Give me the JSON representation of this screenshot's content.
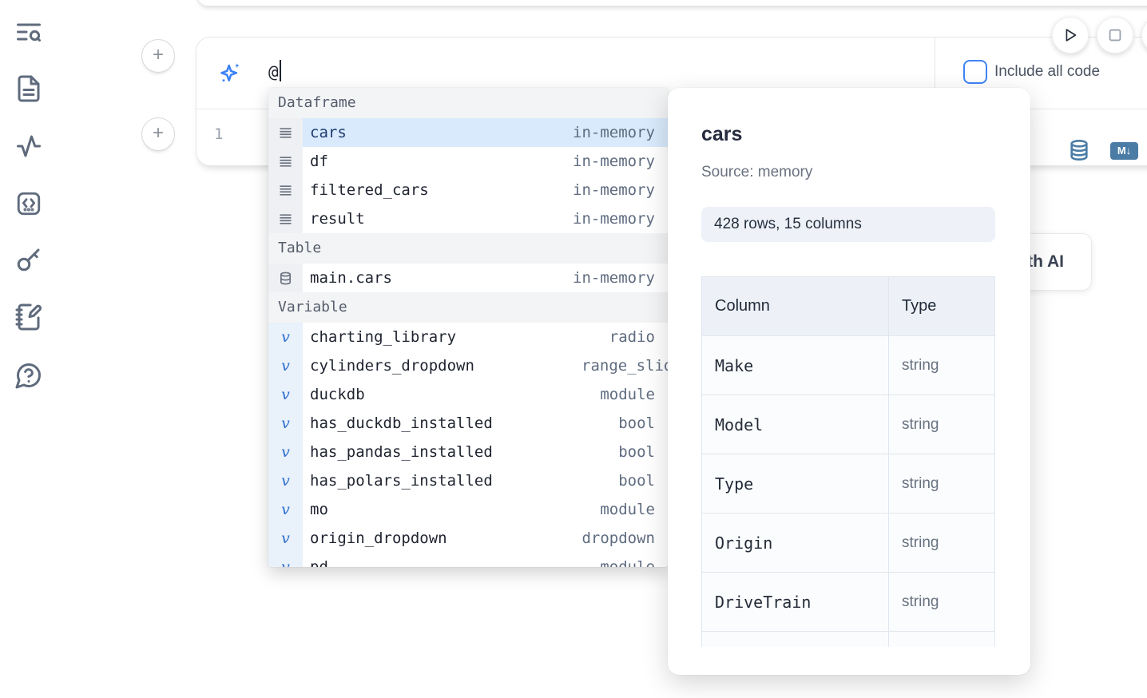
{
  "colors": {
    "accent_blue": "#3b82f6",
    "steel_blue_icon": "#4a7ca6",
    "selected_row_bg": "#d8eafc",
    "selected_row_text": "#1d3b6d",
    "section_header_bg": "#f3f4f6",
    "variable_gutter_bg": "#e9f1fb"
  },
  "sidebar": {
    "icons": [
      "text-search",
      "file-text",
      "activity",
      "snippets",
      "key",
      "notebook-pen",
      "help-chat"
    ]
  },
  "run_controls": {
    "icons": [
      "play",
      "stop"
    ]
  },
  "cell": {
    "ai_prompt_value": "@",
    "include_all_code_label": "Include all code",
    "line_number": "1",
    "toolbar_icons": [
      "database",
      "markdown-export"
    ]
  },
  "ai_card": {
    "label": "Generate with AI"
  },
  "autocomplete": {
    "sections": [
      {
        "label": "Dataframe",
        "icon": "dataframe",
        "items": [
          {
            "name": "cars",
            "type": "in-memory",
            "selected": true
          },
          {
            "name": "df",
            "type": "in-memory"
          },
          {
            "name": "filtered_cars",
            "type": "in-memory"
          },
          {
            "name": "result",
            "type": "in-memory"
          }
        ]
      },
      {
        "label": "Table",
        "icon": "database",
        "items": [
          {
            "name": "main.cars",
            "type": "in-memory"
          }
        ]
      },
      {
        "label": "Variable",
        "icon": "variable",
        "items": [
          {
            "name": "charting_library",
            "type": "radio"
          },
          {
            "name": "cylinders_dropdown",
            "type": "range_slider"
          },
          {
            "name": "duckdb",
            "type": "module"
          },
          {
            "name": "has_duckdb_installed",
            "type": "bool"
          },
          {
            "name": "has_pandas_installed",
            "type": "bool"
          },
          {
            "name": "has_polars_installed",
            "type": "bool"
          },
          {
            "name": "mo",
            "type": "module"
          },
          {
            "name": "origin_dropdown",
            "type": "dropdown"
          },
          {
            "name": "pd",
            "type": "module",
            "clipped": true
          }
        ]
      }
    ]
  },
  "preview": {
    "title": "cars",
    "source": "Source: memory",
    "shape": "428 rows, 15 columns",
    "table": {
      "headers": [
        "Column",
        "Type"
      ],
      "rows": [
        {
          "column": "Make",
          "type": "string"
        },
        {
          "column": "Model",
          "type": "string"
        },
        {
          "column": "Type",
          "type": "string"
        },
        {
          "column": "Origin",
          "type": "string"
        },
        {
          "column": "DriveTrain",
          "type": "string"
        }
      ]
    }
  }
}
